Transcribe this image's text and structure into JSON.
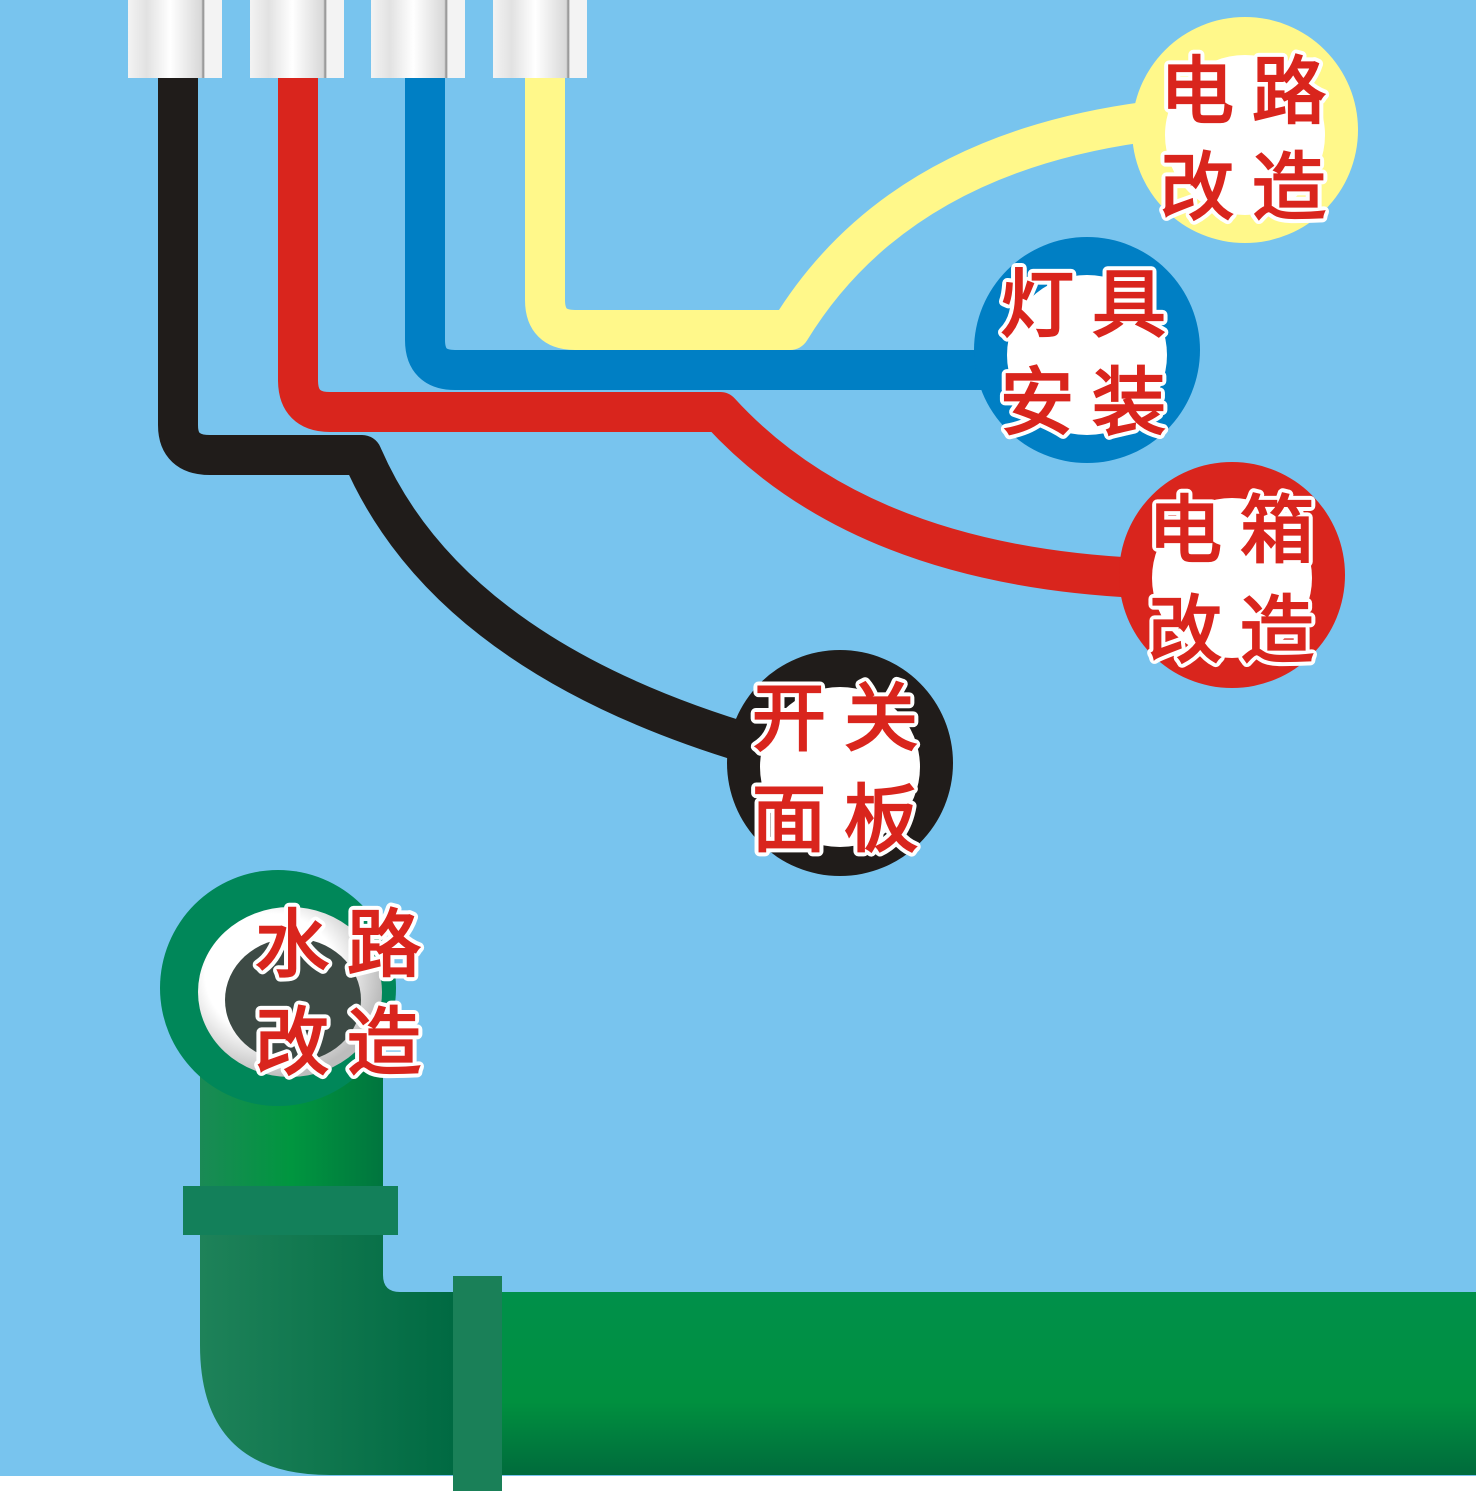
{
  "colors": {
    "background": "#78c4ee",
    "black": "#201c1a",
    "red": "#d9251d",
    "blue": "#007fc4",
    "yellow": "#fff88a",
    "pipe_green": "#008d45"
  },
  "labels": {
    "circuit": [
      "电路",
      "改造"
    ],
    "lighting": [
      "灯具",
      "安装"
    ],
    "panel": [
      "电箱",
      "改造"
    ],
    "switch": [
      "开关",
      "面板"
    ],
    "water": [
      "水路",
      "改造"
    ]
  }
}
